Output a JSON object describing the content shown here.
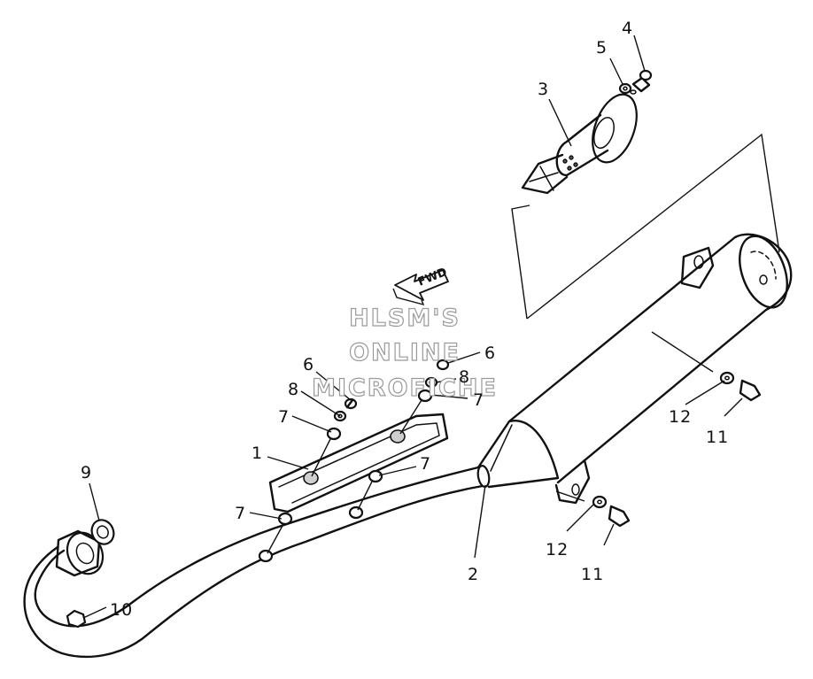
{
  "callouts": {
    "c1": "1",
    "c2": "2",
    "c3": "3",
    "c4": "4",
    "c5": "5",
    "c6a": "6",
    "c6b": "6",
    "c7a": "7",
    "c7b": "7",
    "c7c": "7",
    "c7d": "7",
    "c8a": "8",
    "c8b": "8",
    "c9": "9",
    "c10": "10",
    "c11a": "11",
    "c11b": "11",
    "c12a": "12",
    "c12b": "12"
  },
  "direction_arrow": {
    "label": "FWD"
  },
  "watermark": {
    "line1": "HLSM'S",
    "line2": "ONLINE",
    "line3": "MICROFICHE"
  }
}
